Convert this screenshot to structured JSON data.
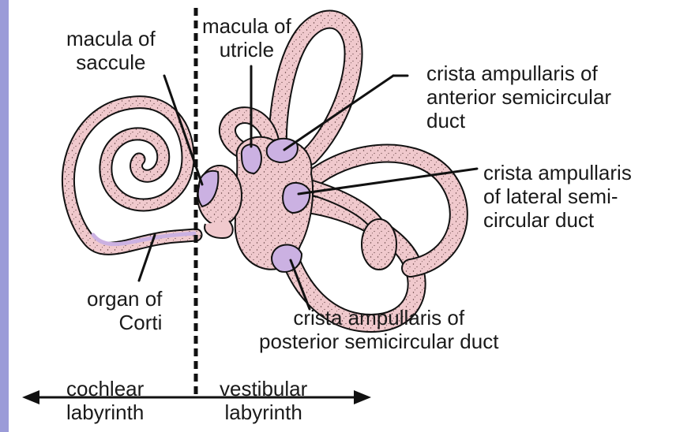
{
  "labels": {
    "macula_saccule": [
      "macula of",
      "saccule"
    ],
    "macula_utricle": [
      "macula of",
      "utricle"
    ],
    "crista_anterior": [
      "crista ampullaris of",
      "anterior semicircular",
      "duct"
    ],
    "crista_lateral": [
      "crista ampullaris",
      "of lateral semi-",
      "circular duct"
    ],
    "organ_corti": [
      "organ of",
      "Corti"
    ],
    "crista_posterior": [
      "crista ampullaris of",
      "posterior semicircular duct"
    ],
    "cochlear": [
      "cochlear",
      "labyrinth"
    ],
    "vestibular": [
      "vestibular",
      "labyrinth"
    ]
  },
  "colors": {
    "tissue": "#f0c9cd",
    "sensory": "#cbb1e2",
    "outline": "#111111",
    "side_stripe": "#9b9bd8"
  }
}
